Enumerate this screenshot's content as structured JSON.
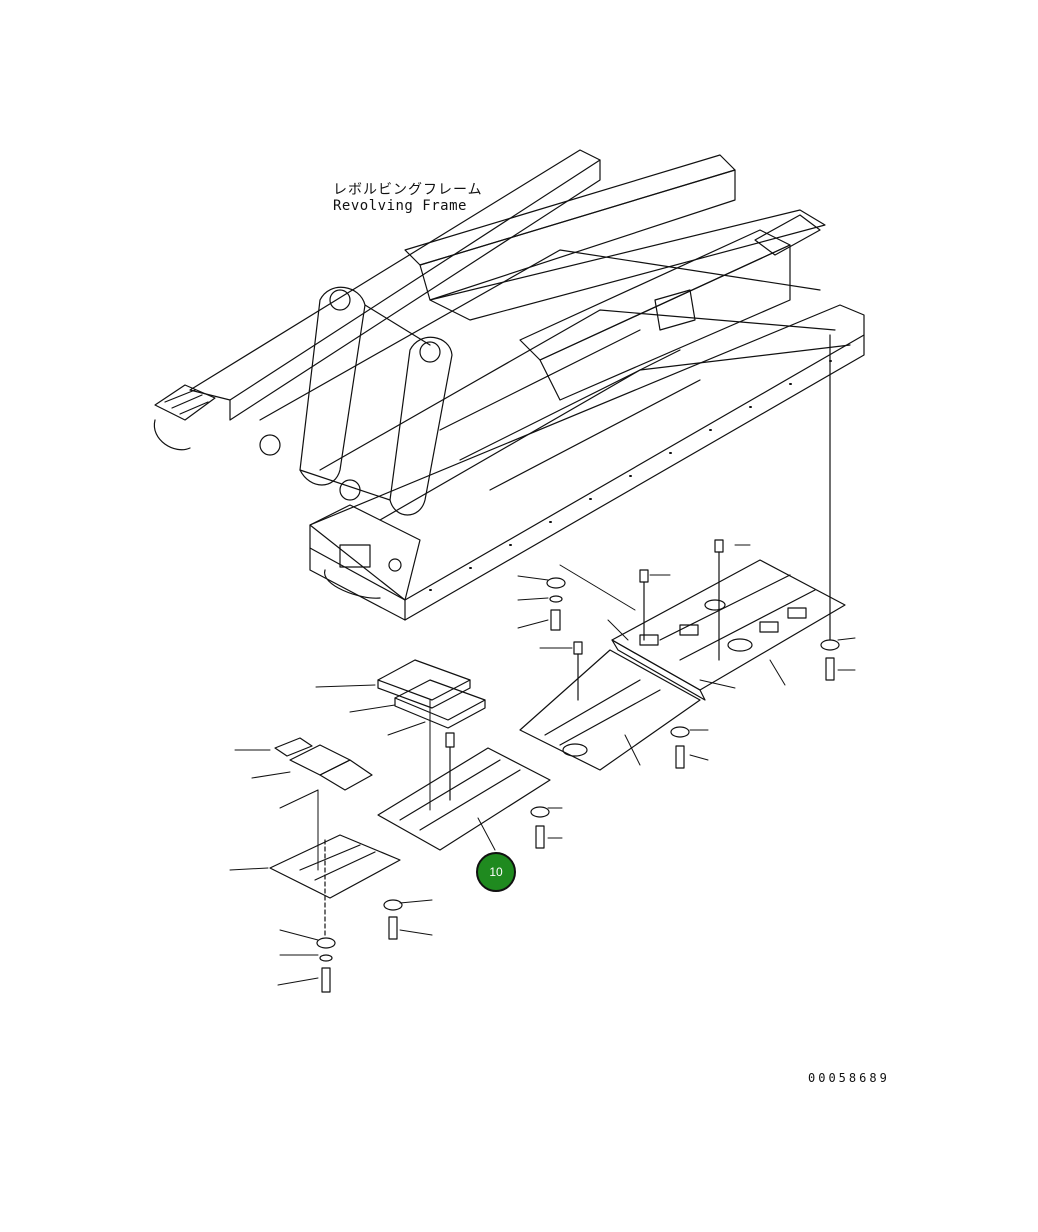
{
  "assembly": {
    "label_jp": "レボルビングフレーム",
    "label_en": "Revolving Frame"
  },
  "callout": {
    "number": "10",
    "color": "#1f8a1f"
  },
  "drawing_number": "00058689"
}
